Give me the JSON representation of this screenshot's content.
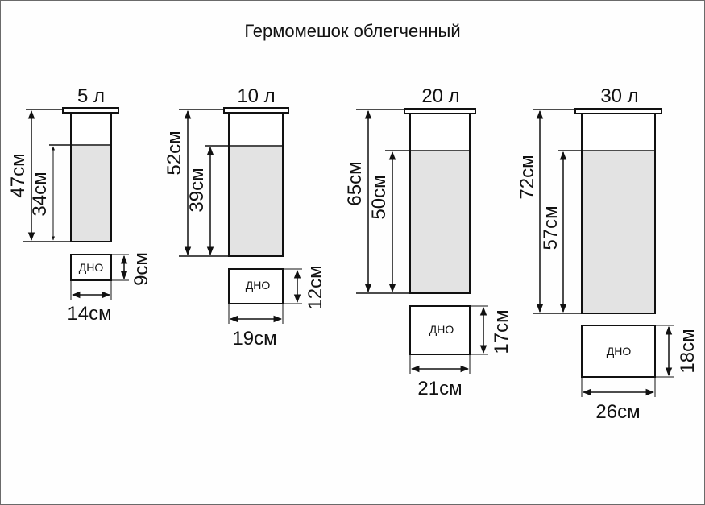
{
  "title": "Гермомешок облегченный",
  "colors": {
    "fill": "#e3e3e3",
    "stroke": "#111111",
    "border": "#6a6a6a"
  },
  "bags": [
    {
      "volume": "5 л",
      "total_height": "47см",
      "fill_height": "34см",
      "base_label": "ДНО",
      "base_depth": "9см",
      "base_width": "14см"
    },
    {
      "volume": "10 л",
      "total_height": "52см",
      "fill_height": "39см",
      "base_label": "ДНО",
      "base_depth": "12см",
      "base_width": "19см"
    },
    {
      "volume": "20 л",
      "total_height": "65см",
      "fill_height": "50см",
      "base_label": "ДНО",
      "base_depth": "17см",
      "base_width": "21см"
    },
    {
      "volume": "30 л",
      "total_height": "72см",
      "fill_height": "57см",
      "base_label": "ДНО",
      "base_depth": "18см",
      "base_width": "26см"
    }
  ]
}
